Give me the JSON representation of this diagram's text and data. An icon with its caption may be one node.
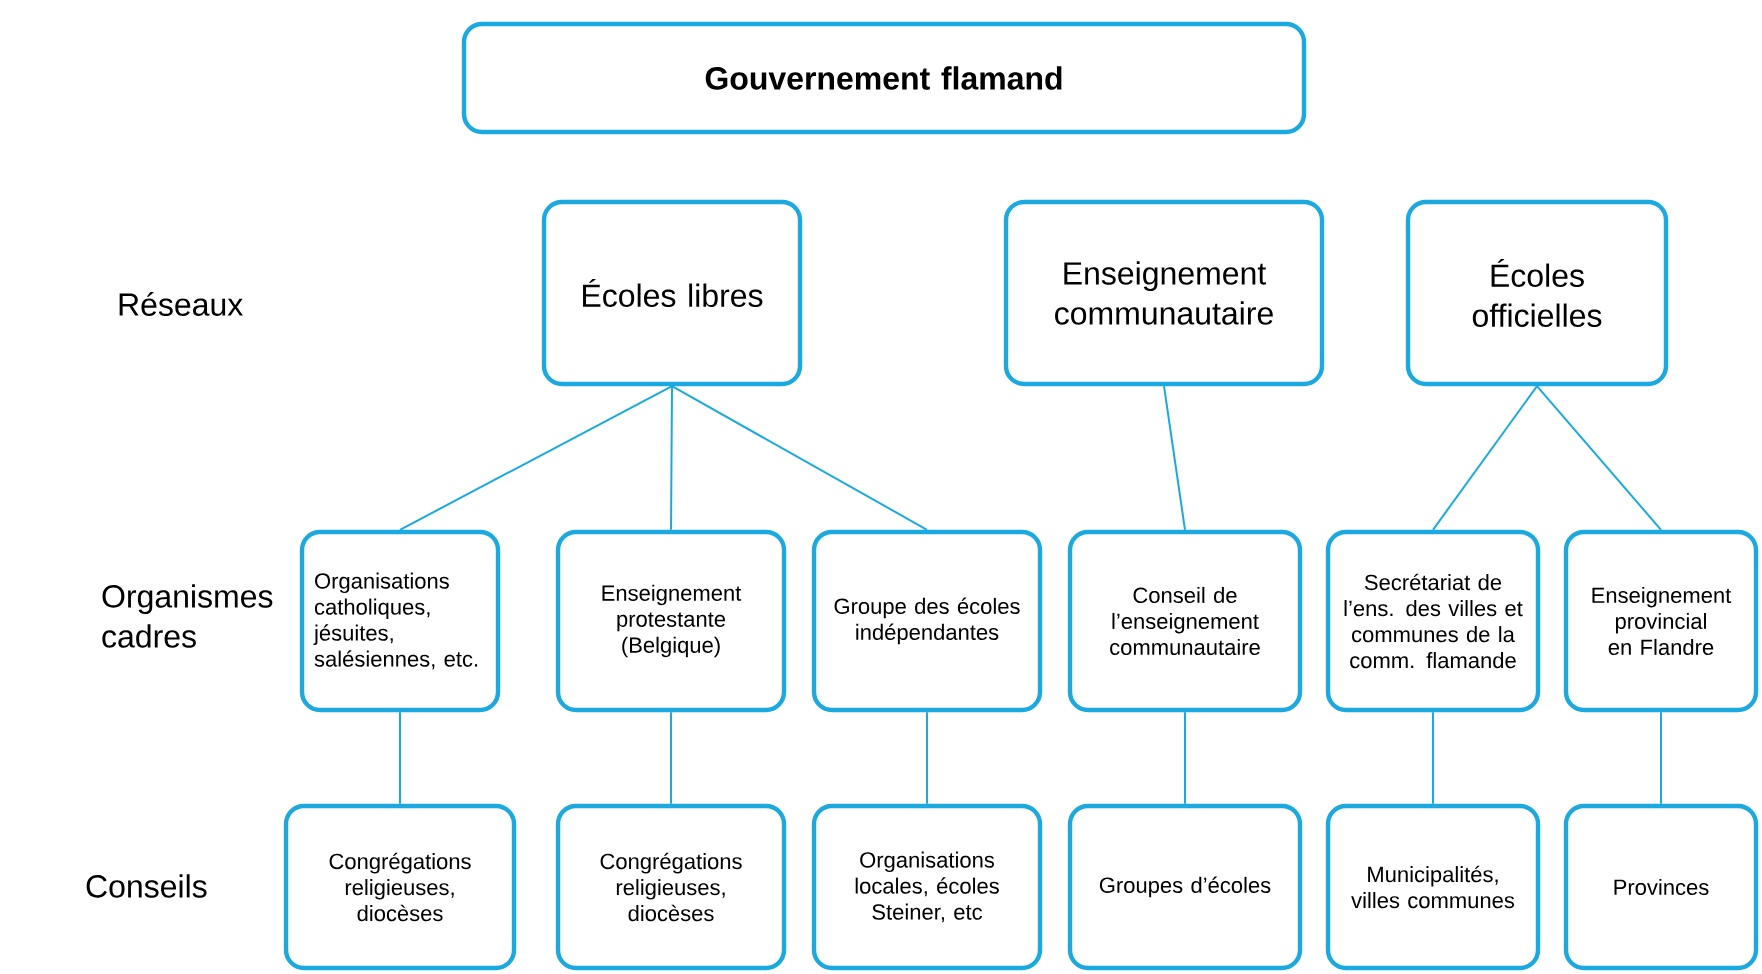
{
  "diagram": {
    "nodes": [
      {
        "text": [
          "Gouvernement  flamand"
        ]
      },
      {
        "text": [
          "Écoles libres"
        ]
      },
      {
        "text": [
          "Enseignement communautaire"
        ]
      },
      {
        "text": [
          "Écoles officielles"
        ]
      },
      {
        "text": [
          "Organisations catholiques, jésuites, salésiennes, etc."
        ]
      },
      {
        "text": [
          "Enseignement protestante (Belgique)"
        ]
      },
      {
        "text": [
          "Groupe des écoles indépendantes"
        ]
      },
      {
        "text": [
          "Conseil de l’enseignement communautaire"
        ]
      },
      {
        "text": [
          "Secrétariat de l’ens.  des villes et  communes de la comm. flamande"
        ]
      },
      {
        "text": [
          "Enseignement provincial en Flandre"
        ]
      },
      {
        "text": [
          "Congrégations religieuses, diocèses"
        ]
      },
      {
        "text": [
          "Congrégations religieuses, diocèses"
        ]
      },
      {
        "text": [
          "Organisations locales, écoles Steiner, etc"
        ]
      },
      {
        "text": [
          "Groupes d’écoles"
        ]
      },
      {
        "text": [
          "Municipalités, villes communes"
        ]
      },
      {
        "text": [
          "Provinces"
        ]
      }
    ],
    "edges": [
      {
        "from": 1,
        "to": 4,
        "arrow": "none"
      },
      {
        "from": 1,
        "to": 5,
        "arrow": "none"
      },
      {
        "from": 1,
        "to": 6,
        "arrow": "none"
      },
      {
        "from": 2,
        "to": 7,
        "arrow": "none"
      },
      {
        "from": 3,
        "to": 8,
        "arrow": "none"
      },
      {
        "from": 3,
        "to": 9,
        "arrow": "none"
      },
      {
        "from": 4,
        "to": 10,
        "arrow": "none"
      },
      {
        "from": 5,
        "to": 11,
        "arrow": "none"
      },
      {
        "from": 6,
        "to": 12,
        "arrow": "none"
      },
      {
        "from": 7,
        "to": 13,
        "arrow": "none"
      },
      {
        "from": 8,
        "to": 14,
        "arrow": "none"
      },
      {
        "from": 9,
        "to": 15,
        "arrow": "none"
      }
    ],
    "labels": [
      "Réseaux",
      "Organismes cadres",
      "Conseils"
    ]
  }
}
